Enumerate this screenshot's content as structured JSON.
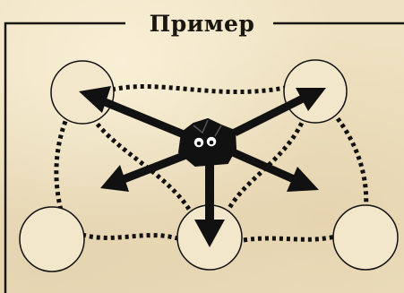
{
  "panel": {
    "title": "Пример"
  },
  "diagram": {
    "nodes": [
      {
        "id": "top-left"
      },
      {
        "id": "top-right"
      },
      {
        "id": "bottom-left"
      },
      {
        "id": "bottom-center"
      },
      {
        "id": "bottom-right"
      }
    ],
    "dotted_links": [
      [
        "top-left",
        "top-right"
      ],
      [
        "top-left",
        "bottom-left"
      ],
      [
        "top-left",
        "bottom-center"
      ],
      [
        "top-right",
        "bottom-center"
      ],
      [
        "top-right",
        "bottom-right"
      ],
      [
        "bottom-left",
        "bottom-center"
      ],
      [
        "bottom-center",
        "bottom-right"
      ]
    ],
    "arrows_from_center": [
      "top-left",
      "top-right",
      "left",
      "bottom-center",
      "right"
    ],
    "colors": {
      "ink": "#111111",
      "parchment": "#efe2c2"
    }
  }
}
